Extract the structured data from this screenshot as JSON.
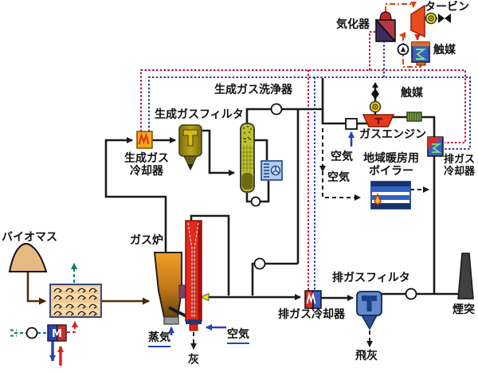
{
  "diagram_type": "process-flow-diagram",
  "subject": "biomass gasification combined heat and power plant",
  "palette": {
    "background": "#ffffff",
    "line_black": "#1a1a1a",
    "hot_water_supply_dotted": "#c00040",
    "hot_water_return_dotted": "#2435a8",
    "orc_loop_dashdot": "#e04010",
    "air_blue": "#2343b8",
    "heat_red": "#e02020",
    "vapor_green": "#00806a",
    "biomass_brown": "#5a2d05"
  },
  "labels": {
    "biomass": "バイオマス",
    "product_gas_cooler": "生成ガス\n冷却器",
    "product_gas_filter": "生成ガスフィルタ",
    "product_gas_scrubber": "生成ガス洗浄器",
    "vaporizer": "気化器",
    "turbine": "タービン",
    "catalyst_top": "触媒",
    "catalyst_engine": "触媒",
    "gas_engine": "ガスエンジン",
    "air_engine": "空気",
    "air_boiler": "空気",
    "district_heating_boiler": "地域暖房用\nボイラー",
    "exhaust_gas_cooler_right": "排ガス\n冷却器",
    "gas_furnace": "ガス炉",
    "steam": "蒸気",
    "ash": "灰",
    "air_combustor": "空気",
    "exhaust_gas_cooler_bottom": "排ガス冷却器",
    "exhaust_gas_filter": "排ガスフィルタ",
    "fly_ash": "飛灰",
    "stack": "煙突",
    "motor_glyph": "M"
  }
}
